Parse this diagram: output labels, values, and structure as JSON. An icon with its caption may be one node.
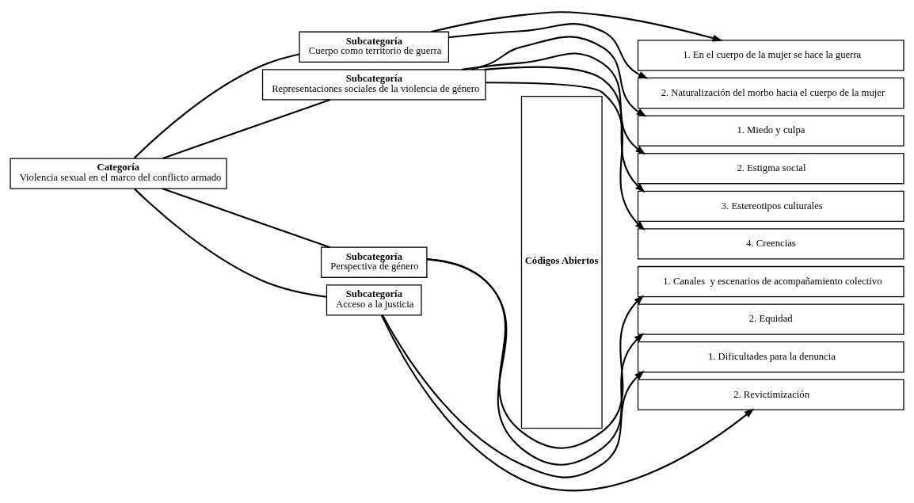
{
  "diagram": {
    "nodes": [
      {
        "text": [
          "Categoría",
          "Violencia sexual en el marco del conflicto armado"
        ]
      },
      {
        "text": [
          "Subcategoría",
          "Cuerpo como territorio de guerra"
        ]
      },
      {
        "text": [
          "Subcategoría",
          "Representaciones sociales de la violencia de género"
        ]
      },
      {
        "text": [
          "Subcategoría",
          "Perspectiva de género"
        ]
      },
      {
        "text": [
          "Subcategoría",
          "Acceso a la justicia"
        ]
      },
      {
        "text": [
          "Códigos Abiertos"
        ]
      },
      {
        "text": [
          "1. En el cuerpo de la mujer se hace la guerra"
        ]
      },
      {
        "text": [
          "2. Naturalización del morbo hacia el cuerpo de la mujer"
        ]
      },
      {
        "text": [
          "1. Miedo y culpa"
        ]
      },
      {
        "text": [
          "2. Estigma social"
        ]
      },
      {
        "text": [
          "3. Estereotipos culturales"
        ]
      },
      {
        "text": [
          "4. Creencias"
        ]
      },
      {
        "text": [
          "1. Canales  y escenarios de acompañamiento colectivo"
        ]
      },
      {
        "text": [
          "2. Equidad"
        ]
      },
      {
        "text": [
          "1. Dificultades para la denuncia"
        ]
      },
      {
        "text": [
          "2. Revictimización"
        ]
      }
    ],
    "edges": [
      {
        "from": 0,
        "to": 1,
        "arrow": "none"
      },
      {
        "from": 0,
        "to": 2,
        "arrow": "none"
      },
      {
        "from": 0,
        "to": 3,
        "arrow": "none"
      },
      {
        "from": 0,
        "to": 4,
        "arrow": "none"
      },
      {
        "from": 1,
        "to": 6,
        "arrow": "to"
      },
      {
        "from": 1,
        "to": 7,
        "arrow": "to"
      },
      {
        "from": 2,
        "to": 8,
        "arrow": "to"
      },
      {
        "from": 2,
        "to": 9,
        "arrow": "to"
      },
      {
        "from": 2,
        "to": 10,
        "arrow": "to"
      },
      {
        "from": 2,
        "to": 11,
        "arrow": "to"
      },
      {
        "from": 3,
        "to": 12,
        "arrow": "to"
      },
      {
        "from": 3,
        "to": 13,
        "arrow": "to"
      },
      {
        "from": 4,
        "to": 14,
        "arrow": "to"
      },
      {
        "from": 4,
        "to": 15,
        "arrow": "to"
      }
    ]
  }
}
